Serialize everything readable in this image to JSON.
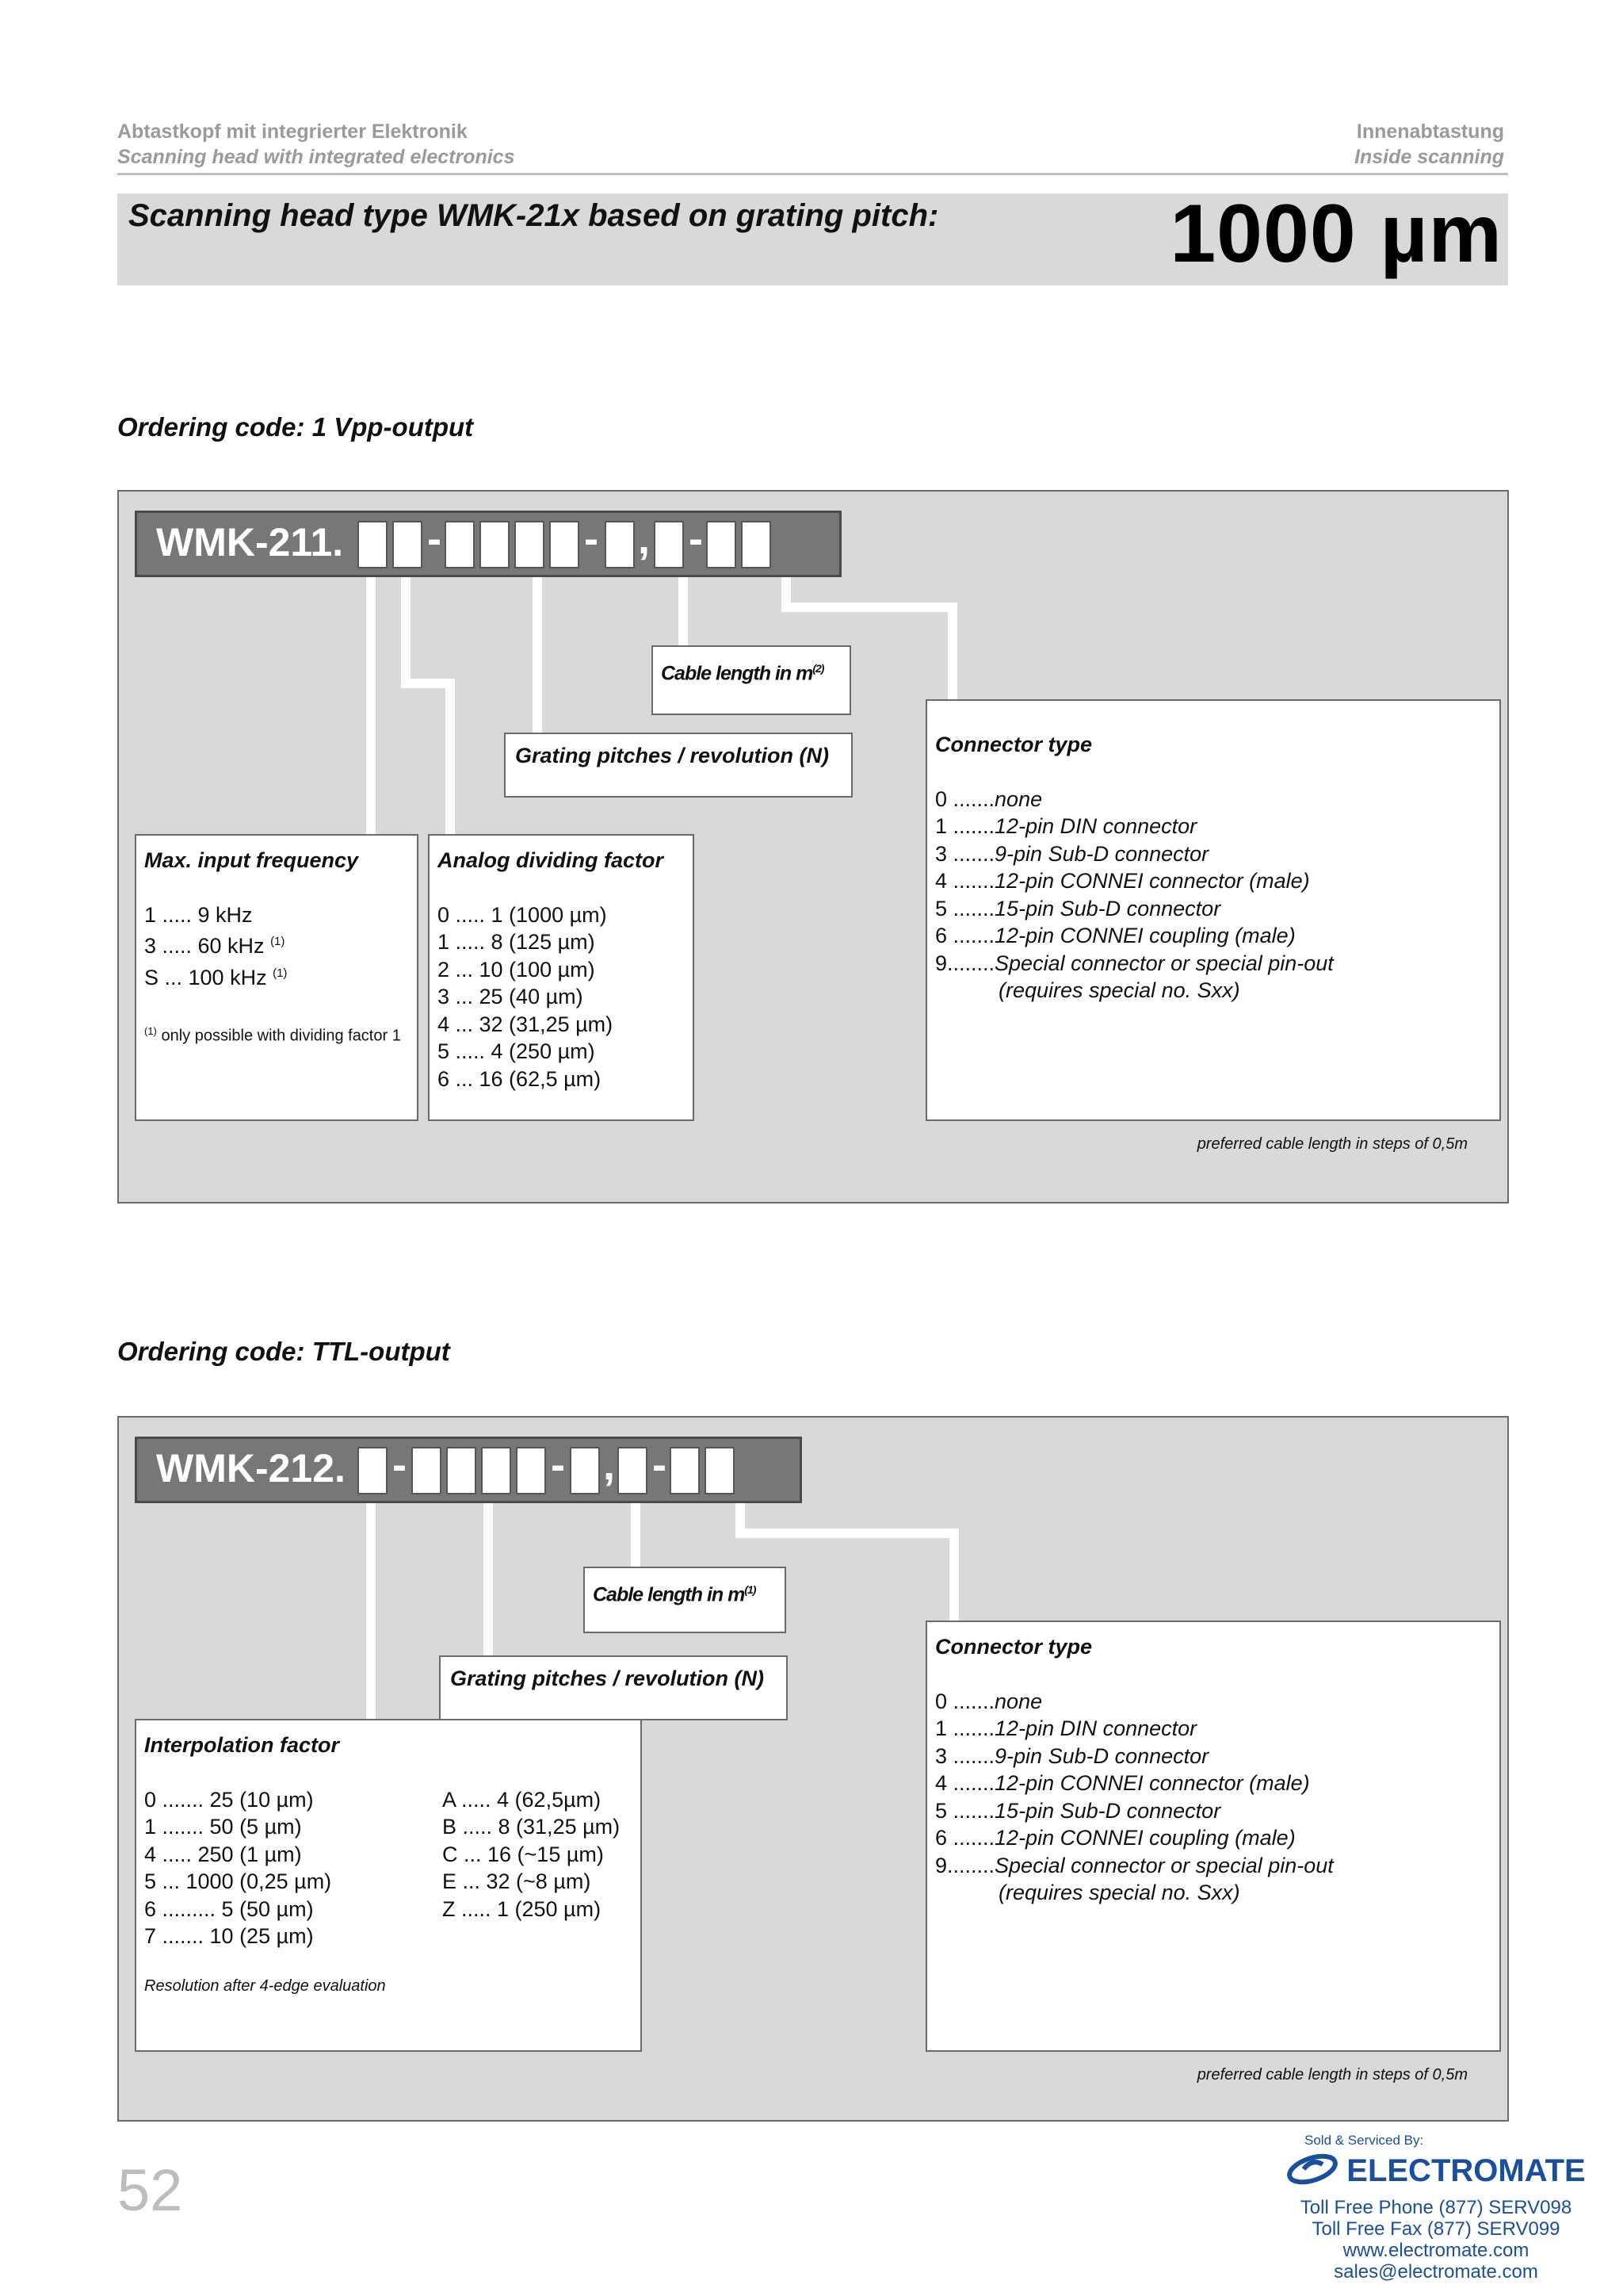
{
  "header": {
    "left_line1": "Abtastkopf mit integrierter Elektronik",
    "left_line2": "Scanning head with integrated electronics",
    "right_line1": "Innenabtastung",
    "right_line2": "Inside scanning"
  },
  "title": {
    "text": "Scanning head type WMK-21x based on grating pitch:",
    "pitch": "1000 µm"
  },
  "section1": {
    "heading": "Ordering code: 1 Vpp-output",
    "code_prefix": "WMK-211.",
    "cable_box": "Cable length in m",
    "cable_sup": "(2)",
    "grating_box": "Grating pitches / revolution (N)",
    "freq": {
      "title": "Max. input frequency",
      "items": [
        {
          "text": "1 ..... 9   kHz",
          "sup": ""
        },
        {
          "text": "3 ..... 60 kHz ",
          "sup": "(1)"
        },
        {
          "text": "S ... 100 kHz ",
          "sup": "(1)"
        }
      ],
      "note_sup": "(1)",
      "note": " only possible with dividing factor 1"
    },
    "analog": {
      "title": "Analog dividing factor",
      "items": [
        "0 ..... 1 (1000 µm)",
        "1 ..... 8 (125 µm)",
        "2 ... 10 (100 µm)",
        "3 ... 25 (40 µm)",
        "4 ... 32 (31,25 µm)",
        "5 ..... 4 (250 µm)",
        "6 ... 16 (62,5 µm)"
      ]
    },
    "connector": {
      "title": "Connector type",
      "items": [
        {
          "code": "0 .......",
          "desc": "none"
        },
        {
          "code": "1 .......",
          "desc": "12-pin DIN connector"
        },
        {
          "code": "3 .......",
          "desc": "9-pin Sub-D connector"
        },
        {
          "code": "4 .......",
          "desc": "12-pin CONNEI connector (male)"
        },
        {
          "code": "5 .......",
          "desc": "15-pin Sub-D connector"
        },
        {
          "code": "6 .......",
          "desc": "12-pin CONNEI coupling (male)"
        },
        {
          "code": "9........",
          "desc": "Special connector or special pin-out"
        },
        {
          "code": "",
          "desc": "(requires special no. Sxx)"
        }
      ]
    },
    "preferred": "preferred cable length in steps of 0,5m"
  },
  "section2": {
    "heading": "Ordering code: TTL-output",
    "code_prefix": "WMK-212.",
    "cable_box": "Cable length in m",
    "cable_sup": "(1)",
    "grating_box": "Grating pitches / revolution (N)",
    "interp": {
      "title": "Interpolation factor",
      "left": [
        "0 ....... 25 (10 µm)",
        "1 ....... 50 (5 µm)",
        "4 ..... 250 (1 µm)",
        "5 ... 1000 (0,25 µm)",
        "6 ......... 5 (50 µm)",
        "7 ....... 10 (25 µm)"
      ],
      "right": [
        "A ..... 4 (62,5µm)",
        "B ..... 8 (31,25 µm)",
        "C ... 16 (~15 µm)",
        "E ... 32 (~8 µm)",
        "Z ..... 1 (250  µm)"
      ],
      "note": "Resolution after 4-edge evaluation"
    },
    "connector": {
      "title": "Connector type",
      "items": [
        {
          "code": "0 .......",
          "desc": "none"
        },
        {
          "code": "1 .......",
          "desc": "12-pin DIN connector"
        },
        {
          "code": "3 .......",
          "desc": "9-pin Sub-D connector"
        },
        {
          "code": "4 .......",
          "desc": "12-pin CONNEI connector (male)"
        },
        {
          "code": "5 .......",
          "desc": "15-pin Sub-D connector"
        },
        {
          "code": "6 .......",
          "desc": "12-pin CONNEI coupling (male)"
        },
        {
          "code": "9........",
          "desc": "Special connector or special pin-out"
        },
        {
          "code": "",
          "desc": "(requires special no. Sxx)"
        }
      ]
    },
    "preferred": "preferred cable length in steps of 0,5m"
  },
  "page_number": "52",
  "footer": {
    "sold": "Sold & Serviced By:",
    "brand": "ELECTROMATE",
    "phone": "Toll Free Phone  (877) SERV098",
    "fax": "Toll Free Fax  (877) SERV099",
    "web": "www.electromate.com",
    "email": "sales@electromate.com"
  },
  "colors": {
    "panel": "#d9d9d9",
    "codebar": "#777777",
    "header_grey": "#9a9a9a",
    "brand_blue": "#1a4fa0"
  }
}
